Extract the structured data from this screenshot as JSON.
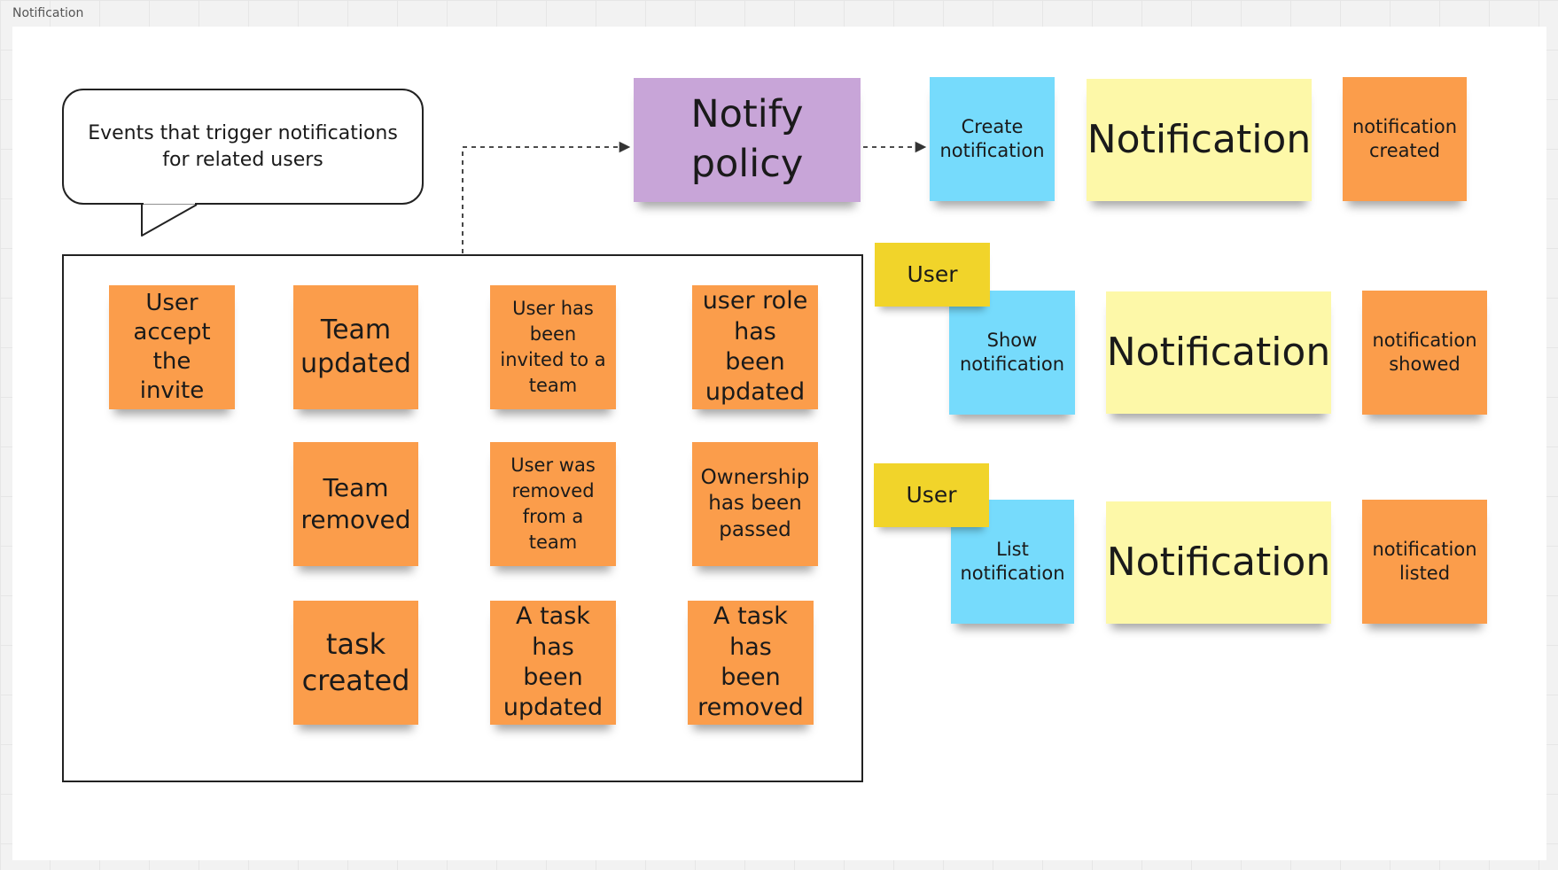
{
  "frame": {
    "title": "Notification"
  },
  "speech_bubble": {
    "text": "Events that trigger notifications for related users"
  },
  "events": [
    {
      "text": "User accept the invite"
    },
    {
      "text": "Team updated"
    },
    {
      "text": "User has been invited to a team"
    },
    {
      "text": "user role has been updated"
    },
    {
      "text": "Team removed"
    },
    {
      "text": "User was removed from a team"
    },
    {
      "text": "Ownership has been passed"
    },
    {
      "text": "task created"
    },
    {
      "text": "A task has been updated"
    },
    {
      "text": "A task has been removed"
    }
  ],
  "policy": {
    "text": "Notify policy"
  },
  "flows": [
    {
      "command": "Create notification",
      "aggregate": "Notification",
      "event": "notification created"
    },
    {
      "actor": "User",
      "command": "Show notification",
      "aggregate": "Notification",
      "event": "notification showed"
    },
    {
      "actor": "User",
      "command": "List notification",
      "aggregate": "Notification",
      "event": "notification listed"
    }
  ],
  "colors": {
    "event": "#fb9d4b",
    "command": "#76dbfc",
    "aggregate": "#fdf8a8",
    "policy": "#c8a5d8",
    "actor": "#f1d42a"
  }
}
